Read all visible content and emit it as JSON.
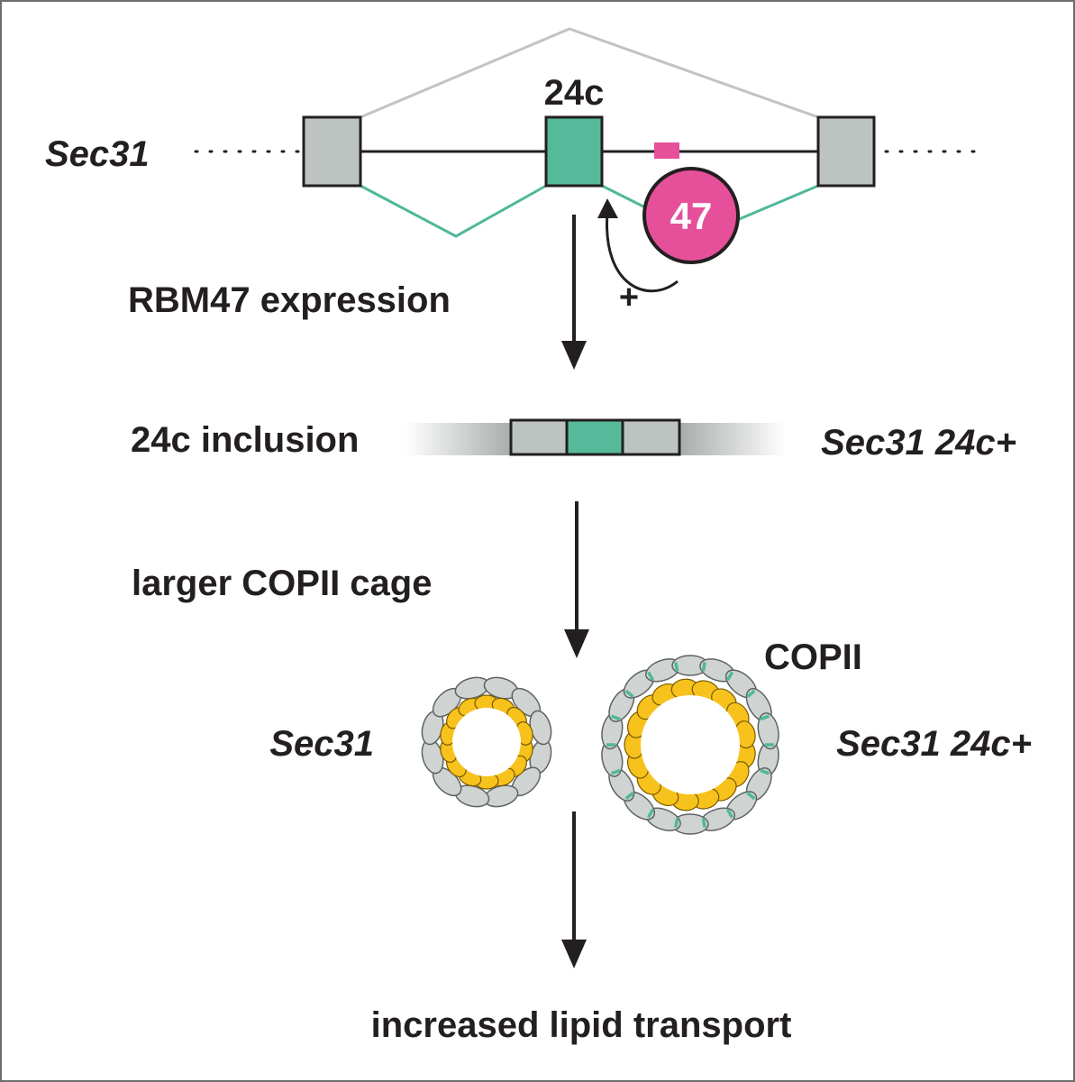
{
  "gene": {
    "name": "Sec31",
    "exon_label": "24c",
    "rbp_label": "47",
    "activation_sign": "+"
  },
  "steps": {
    "step1": "RBM47 expression",
    "step2": "24c inclusion",
    "step2_product": "Sec31 24c+",
    "step3": "larger COPII cage",
    "step4": "increased lipid transport"
  },
  "vesicles": {
    "small_label": "Sec31",
    "large_label": "Sec31 24c+",
    "coat_label": "COPII"
  },
  "colors": {
    "exon_grey": "#bdc3c1",
    "exon_24c": "#55b99a",
    "teal_line": "#4fb89a",
    "grey_line": "#c0c4c3",
    "rbm47": "#e6509a",
    "binding_site": "#e6509a",
    "inner_coat": "#f7c21c",
    "inner_ring": "#e8a316",
    "outer_coat": "#cfd3d2",
    "dark": "#231f20"
  },
  "icons": {
    "exon": "rect",
    "rbp": "circle",
    "arrow": "down-arrow",
    "vesicle": "coated-vesicle"
  }
}
